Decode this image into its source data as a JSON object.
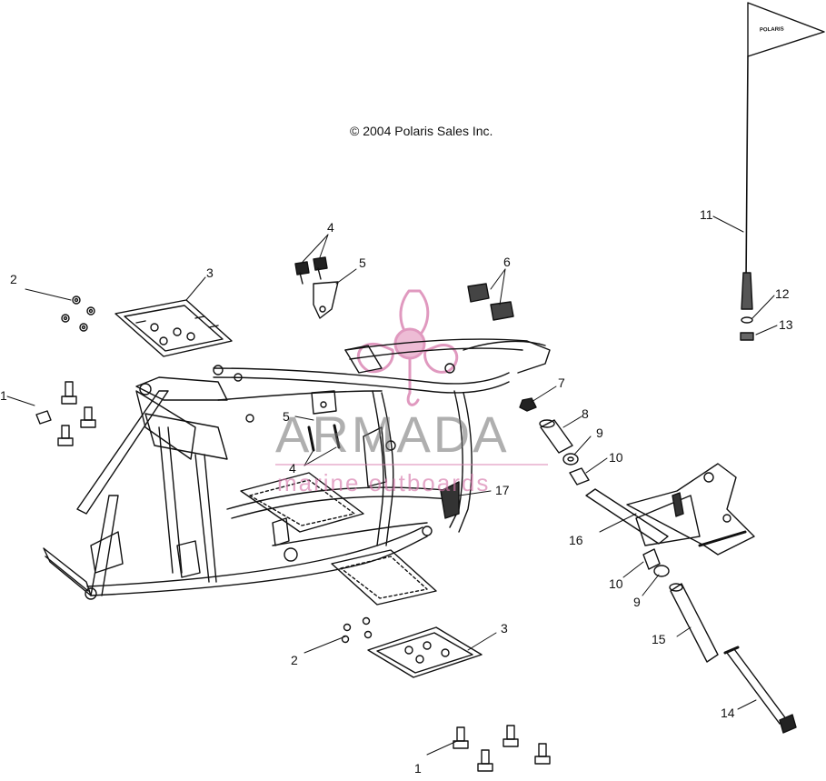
{
  "copyright": "© 2004 Polaris Sales Inc.",
  "watermark": {
    "brand": "ARMADA",
    "tagline": "marine outboards",
    "colors": {
      "pink": "#d678aa",
      "gray": "#777777"
    }
  },
  "flag_text": "POLARIS",
  "callouts": [
    {
      "id": "1a",
      "label": "1"
    },
    {
      "id": "1b",
      "label": "1"
    },
    {
      "id": "2a",
      "label": "2"
    },
    {
      "id": "2b",
      "label": "2"
    },
    {
      "id": "3a",
      "label": "3"
    },
    {
      "id": "3b",
      "label": "3"
    },
    {
      "id": "4a",
      "label": "4"
    },
    {
      "id": "4b",
      "label": "4"
    },
    {
      "id": "5a",
      "label": "5"
    },
    {
      "id": "5b",
      "label": "5"
    },
    {
      "id": "6",
      "label": "6"
    },
    {
      "id": "7",
      "label": "7"
    },
    {
      "id": "8",
      "label": "8"
    },
    {
      "id": "9a",
      "label": "9"
    },
    {
      "id": "9b",
      "label": "9"
    },
    {
      "id": "10a",
      "label": "10"
    },
    {
      "id": "10b",
      "label": "10"
    },
    {
      "id": "11",
      "label": "11"
    },
    {
      "id": "12",
      "label": "12"
    },
    {
      "id": "13",
      "label": "13"
    },
    {
      "id": "14",
      "label": "14"
    },
    {
      "id": "15",
      "label": "15"
    },
    {
      "id": "16",
      "label": "16"
    },
    {
      "id": "17",
      "label": "17"
    }
  ]
}
